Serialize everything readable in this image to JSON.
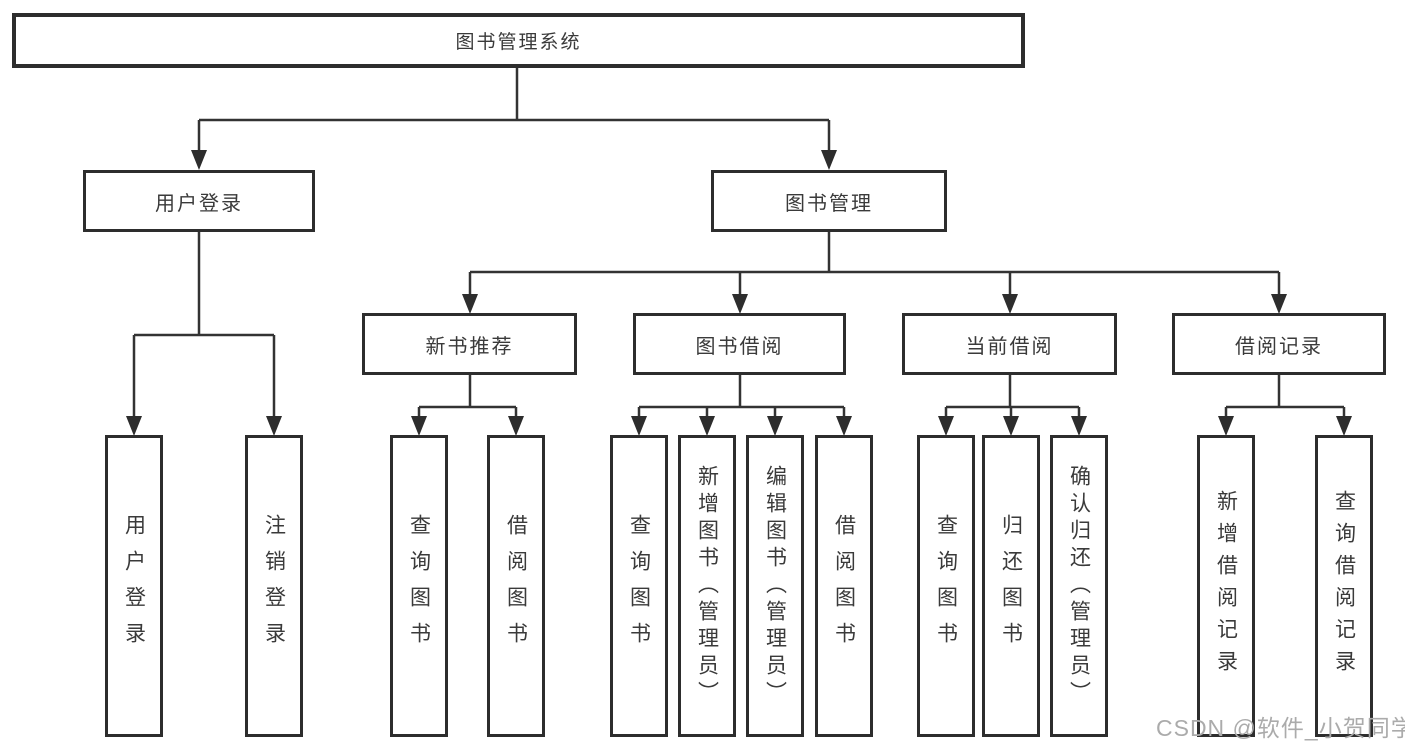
{
  "diagram": {
    "root": {
      "label": "图书管理系统"
    },
    "level1": [
      {
        "label": "用户登录"
      },
      {
        "label": "图书管理"
      }
    ],
    "level2": [
      {
        "label": "新书推荐"
      },
      {
        "label": "图书借阅"
      },
      {
        "label": "当前借阅"
      },
      {
        "label": "借阅记录"
      }
    ],
    "leaves": {
      "login": [
        {
          "label": "用户登录"
        },
        {
          "label": "注销登录"
        }
      ],
      "recommend": [
        {
          "label": "查询图书"
        },
        {
          "label": "借阅图书"
        }
      ],
      "borrow": [
        {
          "label": "查询图书"
        },
        {
          "label": "新增图书（管理员）"
        },
        {
          "label": "编辑图书（管理员）"
        },
        {
          "label": "借阅图书"
        }
      ],
      "current": [
        {
          "label": "查询图书"
        },
        {
          "label": "归还图书"
        },
        {
          "label": "确认归还（管理员）"
        }
      ],
      "records": [
        {
          "label": "新增借阅记录"
        },
        {
          "label": "查询借阅记录"
        }
      ]
    },
    "watermark": "CSDN @软件_小贺同学",
    "colors": {
      "line": "#333333",
      "border": "#2d2d2d",
      "text": "#3a3a3a",
      "background": "#ffffff",
      "watermark": "#ababab"
    }
  }
}
